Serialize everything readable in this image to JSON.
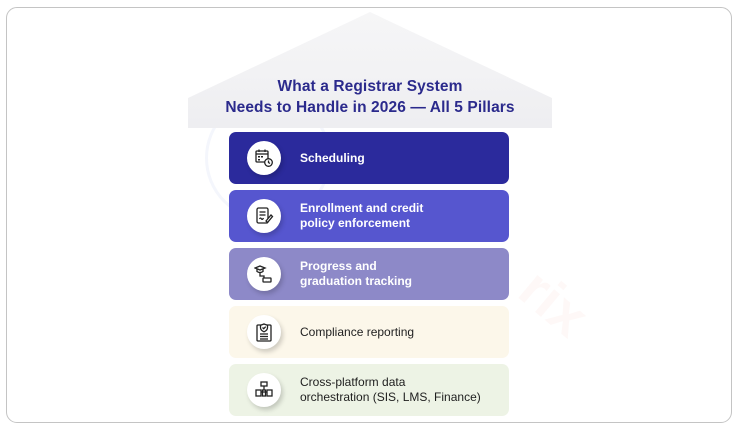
{
  "title": {
    "line1": "What a Registrar System",
    "line2": "Needs to Handle in 2026 — All 5 Pillars"
  },
  "pillars": [
    {
      "label_line1": "Scheduling",
      "label_line2": "",
      "icon": "calendar-clock-icon",
      "color": "#2b2a9c",
      "text_color": "#ffffff"
    },
    {
      "label_line1": "Enrollment and credit",
      "label_line2": "policy enforcement",
      "icon": "document-edit-icon",
      "color": "#5656cf",
      "text_color": "#ffffff"
    },
    {
      "label_line1": "Progress and",
      "label_line2": "graduation tracking",
      "icon": "graduation-path-icon",
      "color": "#8d89c8",
      "text_color": "#ffffff"
    },
    {
      "label_line1": "Compliance reporting",
      "label_line2": "",
      "icon": "clipboard-shield-icon",
      "color": "#fcf7ea",
      "text_color": "#1e1e1e"
    },
    {
      "label_line1": "Cross-platform data",
      "label_line2": "orchestration (SIS, LMS, Finance)",
      "icon": "network-hierarchy-icon",
      "color": "#edf3e5",
      "text_color": "#1e1e1e"
    }
  ],
  "colors": {
    "title": "#2b2a8c",
    "roof": "#f2f2f4"
  }
}
